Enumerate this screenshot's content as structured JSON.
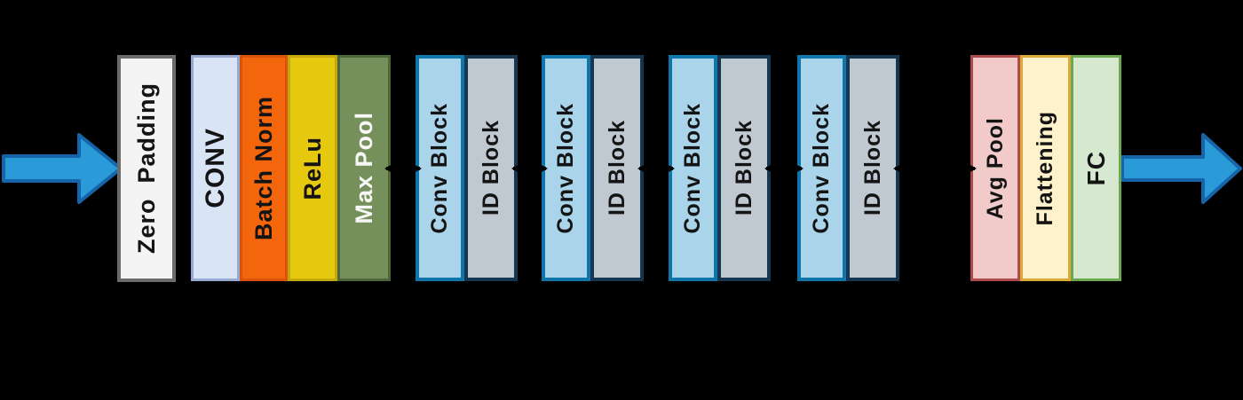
{
  "diagram": {
    "description": "ResNet-style CNN architecture flow diagram",
    "background_color": "#000000",
    "flow_arrow_fill": "#2b9ad8",
    "flow_arrow_stroke": "#1565a8",
    "connector_color": "#000000"
  },
  "blocks": {
    "zero_padding": {
      "label": "Zero  Padding",
      "fill": "#f4f4f4",
      "border": "#6b6b6b"
    },
    "stem": [
      {
        "label": "CONV",
        "fill": "#d9e4f5",
        "border": "#96a9d3"
      },
      {
        "label": "Batch Norm",
        "fill": "#f4660c",
        "border": "#d9540a"
      },
      {
        "label": "ReLu",
        "fill": "#e6c90f",
        "border": "#c2a80c"
      },
      {
        "label": "Max Pool",
        "fill": "#75905a",
        "border": "#4c663a"
      }
    ],
    "stages": [
      {
        "conv_label": "Conv Block",
        "id_label": "ID Block"
      },
      {
        "conv_label": "Conv Block",
        "id_label": "ID Block"
      },
      {
        "conv_label": "Conv Block",
        "id_label": "ID Block"
      },
      {
        "conv_label": "Conv Block",
        "id_label": "ID Block"
      }
    ],
    "conv_block_style": {
      "fill": "#aad4ea",
      "border": "#0e76a8"
    },
    "id_block_style": {
      "fill": "#c0c9d2",
      "border": "#15364e"
    },
    "head": [
      {
        "label": "Avg Pool",
        "fill": "#f2caca",
        "border": "#ae4a4a"
      },
      {
        "label": "Flattening",
        "fill": "#fdf2cb",
        "border": "#d9aa38"
      },
      {
        "label": "FC",
        "fill": "#d7e8d0",
        "border": "#6ba850"
      }
    ]
  }
}
